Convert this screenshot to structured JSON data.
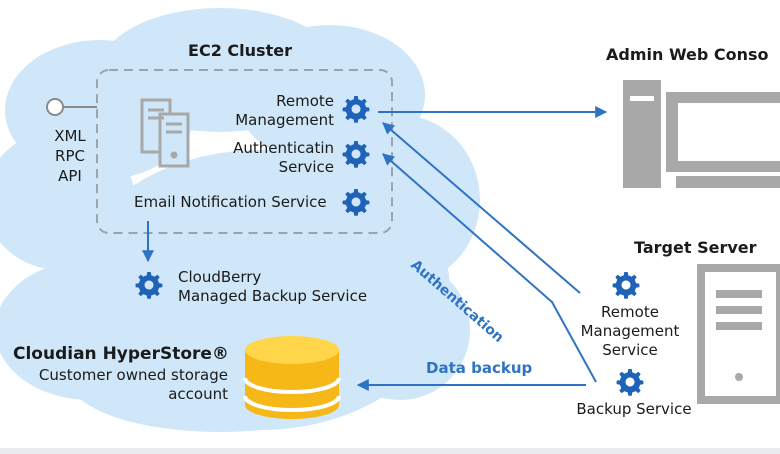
{
  "cluster": {
    "title": "EC2 Cluster",
    "remote_management": "Remote\nManagement",
    "authentication_service": "Authenticatin\nService",
    "email_notification": "Email Notification Service"
  },
  "api": {
    "label": "XML\nRPC\nAPI"
  },
  "cloudberry": {
    "label": "CloudBerry\nManaged Backup Service"
  },
  "storage": {
    "title": "Cloudian HyperStore®",
    "subtitle": "Customer owned storage\naccount"
  },
  "admin": {
    "title": "Admin Web Conso"
  },
  "target": {
    "title": "Target Server",
    "remote_management": "Remote\nManagement\nService",
    "backup_service": "Backup Service"
  },
  "arrows": {
    "authentication": "Authentication",
    "data_backup": "Data backup"
  },
  "icons": {
    "gear": "gear-icon",
    "server": "server-icon",
    "computer": "computer-icon",
    "database": "database-icon",
    "connector": "api-connector-icon"
  },
  "colors": {
    "cloud": "#cfe7f8",
    "accent": "#2f73c4",
    "gear": "#1e63b8",
    "cylinder": "#f6b817",
    "cylinder_light": "#ffd64a",
    "device": "#a8a8a8",
    "dash": "#9aa4ad"
  }
}
